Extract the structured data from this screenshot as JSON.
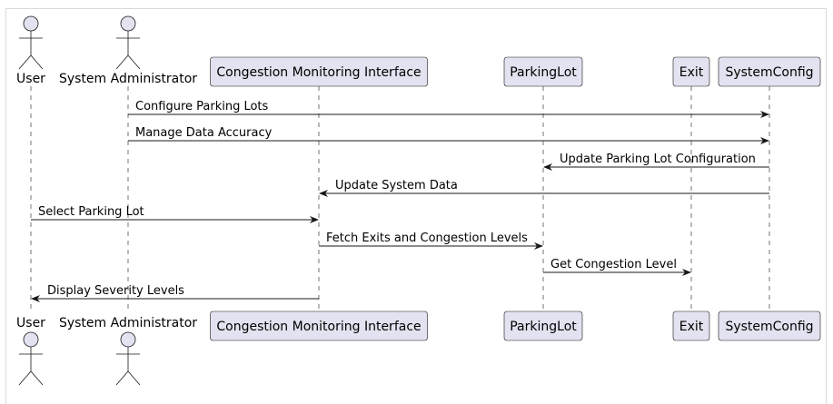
{
  "colors": {
    "participant_fill": "#e2e2f0",
    "participant_stroke": "#181818",
    "lifeline": "#181818",
    "arrow": "#181818",
    "frame": "#d9d9d9"
  },
  "participants": [
    {
      "id": "user",
      "kind": "actor",
      "label": "User",
      "icon": "stick-figure-icon"
    },
    {
      "id": "admin",
      "kind": "actor",
      "label": "System Administrator",
      "icon": "stick-figure-icon"
    },
    {
      "id": "cmi",
      "kind": "box",
      "label": "Congestion Monitoring Interface"
    },
    {
      "id": "lot",
      "kind": "box",
      "label": "ParkingLot"
    },
    {
      "id": "exit",
      "kind": "box",
      "label": "Exit"
    },
    {
      "id": "cfg",
      "kind": "box",
      "label": "SystemConfig"
    }
  ],
  "messages": [
    {
      "from": "admin",
      "to": "cfg",
      "label": "Configure Parking Lots"
    },
    {
      "from": "admin",
      "to": "cfg",
      "label": "Manage Data Accuracy"
    },
    {
      "from": "cfg",
      "to": "lot",
      "label": "Update Parking Lot Configuration"
    },
    {
      "from": "cfg",
      "to": "cmi",
      "label": "Update System Data"
    },
    {
      "from": "user",
      "to": "cmi",
      "label": "Select Parking Lot"
    },
    {
      "from": "cmi",
      "to": "lot",
      "label": "Fetch Exits and Congestion Levels"
    },
    {
      "from": "lot",
      "to": "exit",
      "label": "Get Congestion Level"
    },
    {
      "from": "cmi",
      "to": "user",
      "label": "Display Severity Levels"
    }
  ]
}
